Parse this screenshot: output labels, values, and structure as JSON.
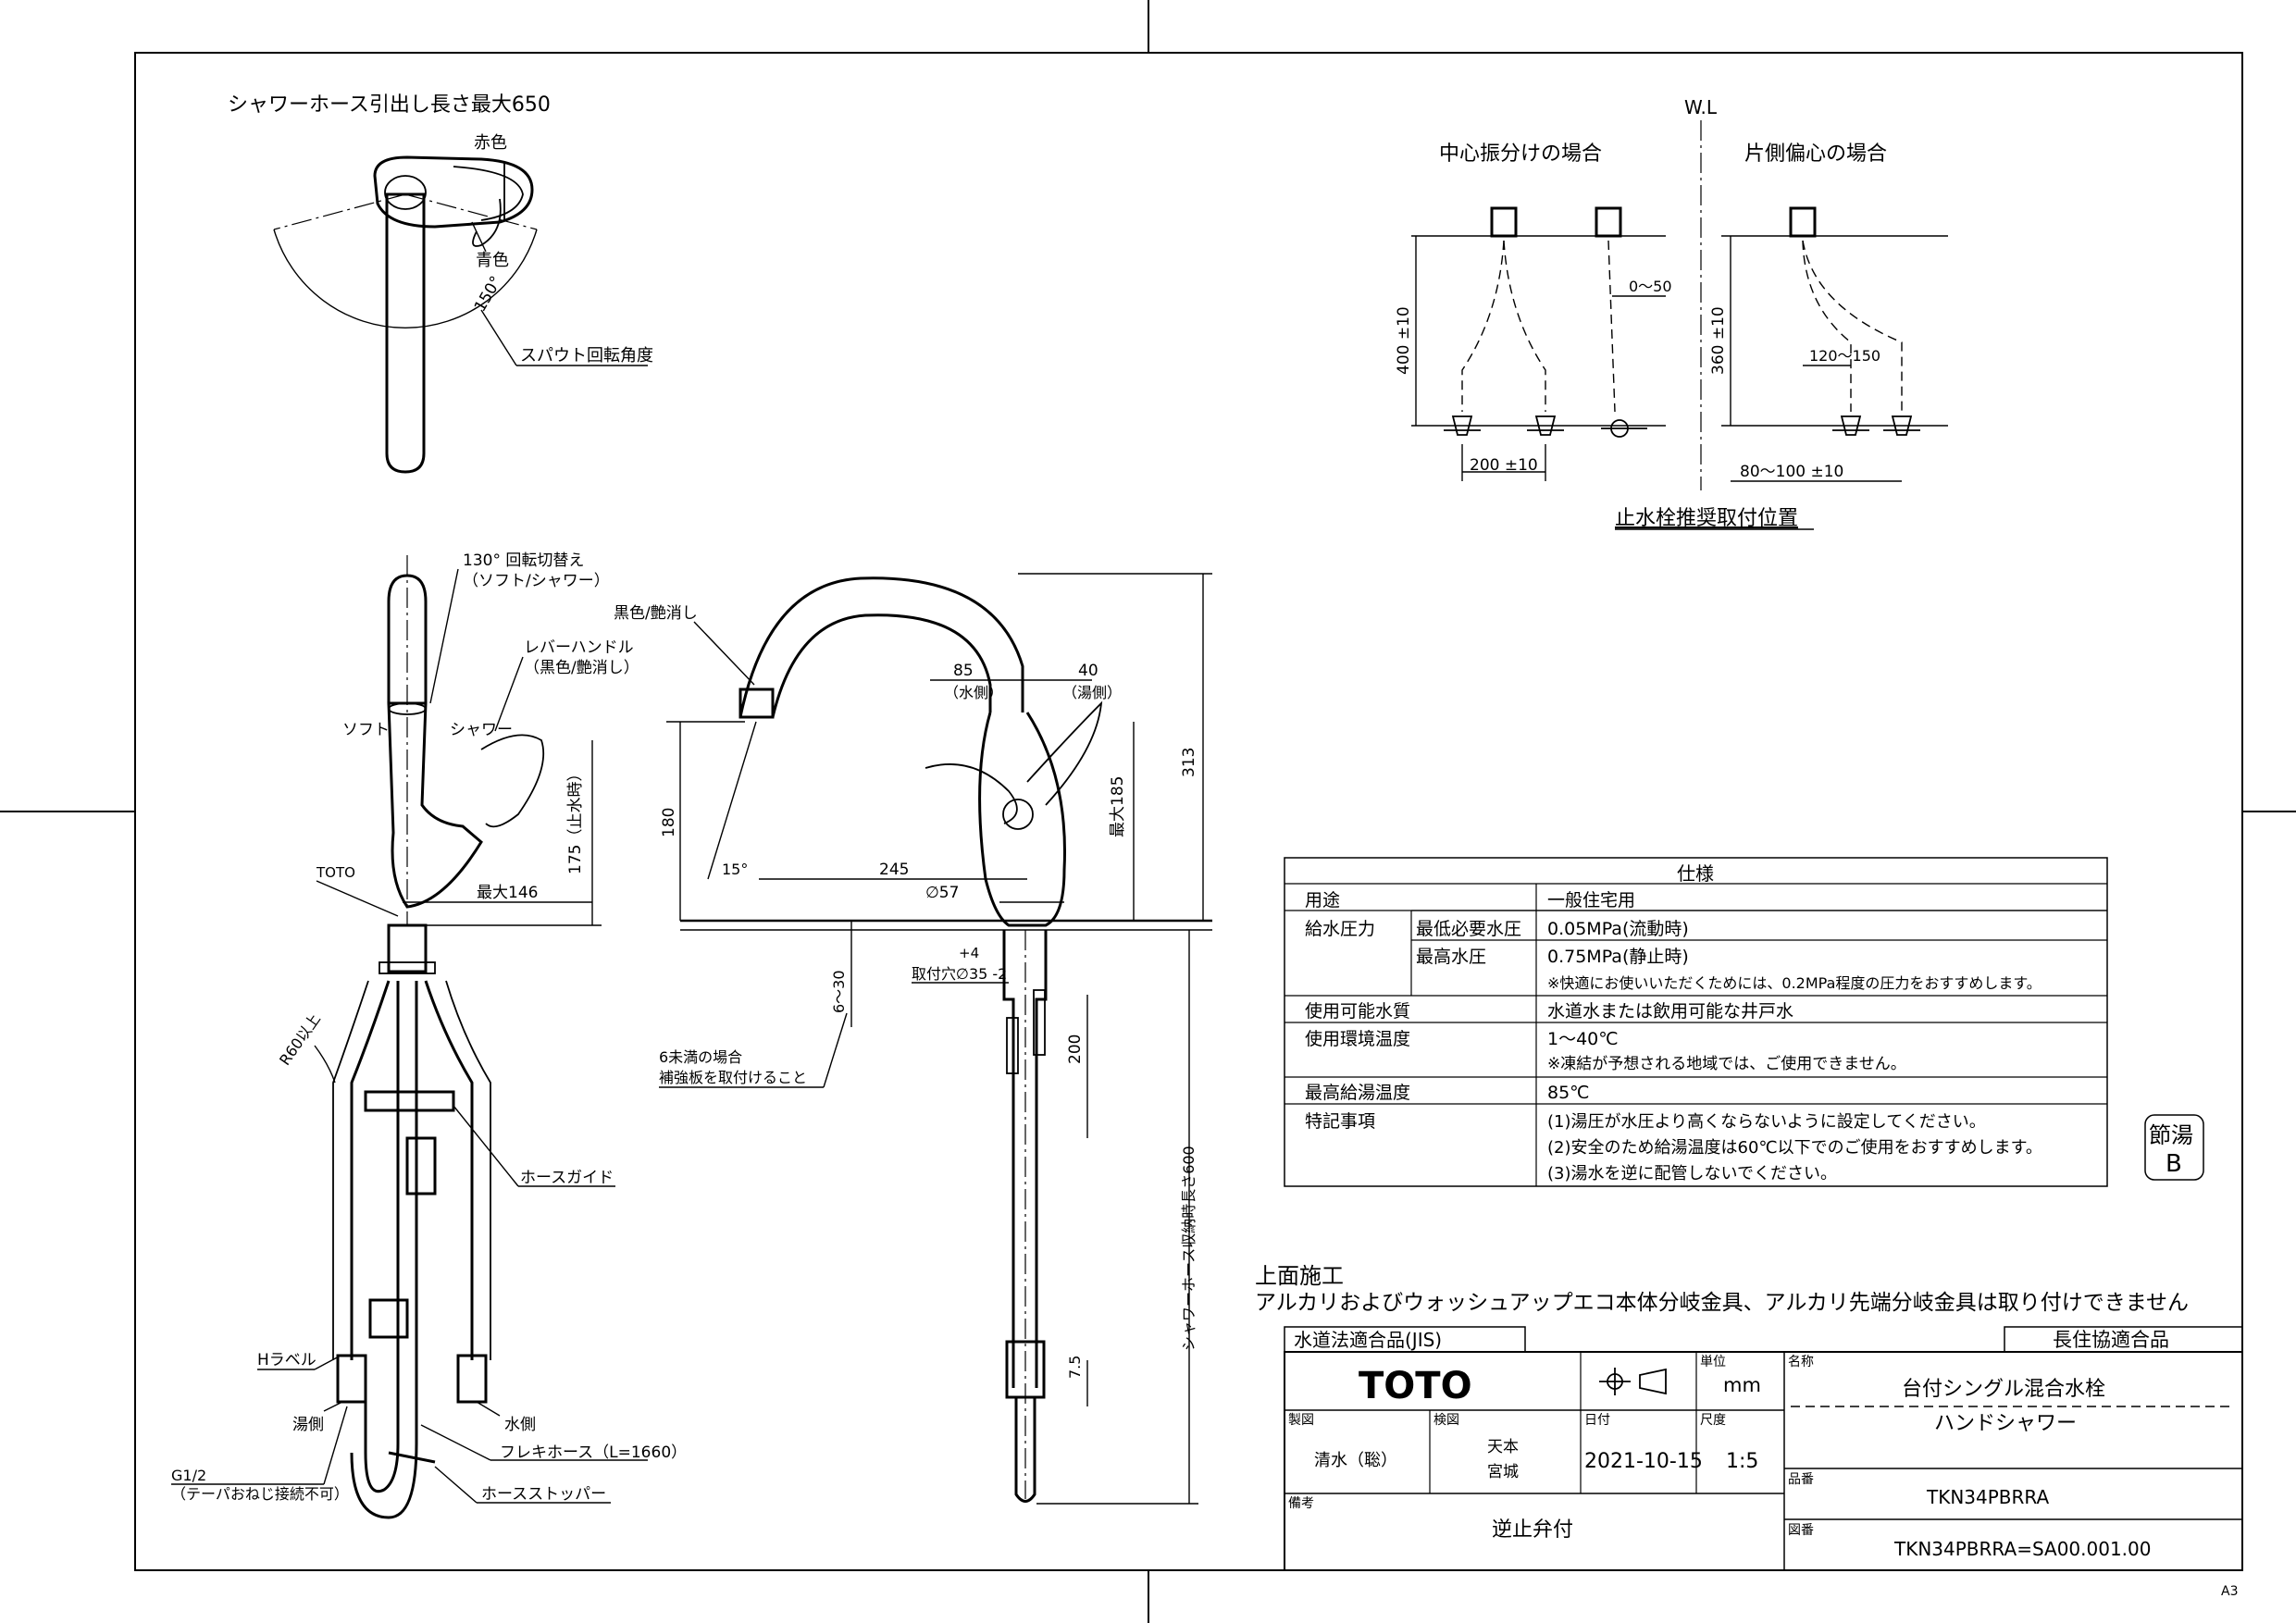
{
  "top_view": {
    "hose_max": "シャワーホース引出し長さ最大650",
    "red": "赤色",
    "blue": "青色",
    "angle": "150°",
    "spout_rotation": "スパウト回転角度"
  },
  "side_view": {
    "switch_rot": "130° 回転切替え",
    "switch_modes": "（ソフト/シャワー）",
    "lever": "レバーハンドル",
    "lever_color": "（黒色/艶消し）",
    "soft": "ソフト",
    "shower": "シャワー",
    "toto": "TOTO",
    "max146": "最大146",
    "dim175": "175（止水時）",
    "r60": "R60以上",
    "hose_guide": "ホースガイド",
    "h_label": "Hラベル",
    "hot_side": "湯側",
    "cold_side": "水側",
    "flex_hose": "フレキホース（L=1660）",
    "g12": "G1/2",
    "taper": "（テーパおねじ接続不可）",
    "hose_stopper": "ホースストッパー"
  },
  "front_view": {
    "black_matte": "黒色/艶消し",
    "d85": "85",
    "water_side": "（水側）",
    "d40": "40",
    "hot_side": "（湯側）",
    "d180": "180",
    "d15": "15°",
    "d245": "245",
    "dia57": "∅57",
    "max185": "最大185",
    "d313": "313",
    "tol_plus": "+4",
    "hole": "取付穴∅35 -2",
    "d6_30": "6～30",
    "reinforce1": "6未満の場合",
    "reinforce2": "補強板を取付けること",
    "d200": "200",
    "d7_5": "7.5",
    "hose_store": "シャワーホース収納時長さ600"
  },
  "valve_pos": {
    "wl": "W.L",
    "center": "中心振分けの場合",
    "one_side": "片側偏心の場合",
    "d400": "400 ±10",
    "d0_50": "0～50",
    "d200": "200 ±10",
    "d360": "360 ±10",
    "d120_150": "120～150",
    "d80_100": "80～100 ±10",
    "title": "止水栓推奨取付位置"
  },
  "spec": {
    "title": "仕様",
    "rows": [
      {
        "label": "用途",
        "sub": "",
        "values": [
          "一般住宅用"
        ]
      },
      {
        "label": "給水圧力",
        "sub": "最低必要水圧",
        "values": [
          "0.05MPa(流動時)"
        ]
      },
      {
        "label": "",
        "sub": "最高水圧",
        "values": [
          "0.75MPa(静止時)",
          "※快適にお使いいただくためには、0.2MPa程度の圧力をおすすめします。"
        ]
      },
      {
        "label": "使用可能水質",
        "sub": "",
        "values": [
          "水道水または飲用可能な井戸水"
        ]
      },
      {
        "label": "使用環境温度",
        "sub": "",
        "values": [
          "1～40℃",
          "※凍結が予想される地域では、ご使用できません。"
        ]
      },
      {
        "label": "最高給湯温度",
        "sub": "",
        "values": [
          "85℃"
        ]
      },
      {
        "label": "特記事項",
        "sub": "",
        "values": [
          "(1)湯圧が水圧より高くならないように設定してください。",
          "(2)安全のため給湯温度は60℃以下でのご使用をおすすめします。",
          "(3)湯水を逆に配管しないでください。"
        ]
      }
    ]
  },
  "badge": {
    "line1": "節湯",
    "line2": "B"
  },
  "notes": {
    "title": "上面施工",
    "body": "アルカリおよびウォッシュアップエコ本体分岐金具、アルカリ先端分岐金具は取り付けできません"
  },
  "title_block": {
    "jis": "水道法適合品(JIS)",
    "choju": "長住協適合品",
    "logo": "TOTO",
    "unit_label": "単位",
    "unit": "mm",
    "name_label": "名称",
    "name1": "台付シングル混合水栓",
    "name2": "ハンドシャワー",
    "drawn_label": "製図",
    "drawn": "清水（聡）",
    "checked_label": "検図",
    "checked1": "天本",
    "checked2": "宮城",
    "date_label": "日付",
    "date": "2021-10-15",
    "scale_label": "尺度",
    "scale": "1:5",
    "part_label": "品番",
    "part": "TKN34PBRRA",
    "remarks_label": "備考",
    "remarks": "逆止弁付",
    "drawing_label": "図番",
    "drawing_no": "TKN34PBRRA=SA00.001.00"
  },
  "sheet": {
    "size": "A3"
  }
}
